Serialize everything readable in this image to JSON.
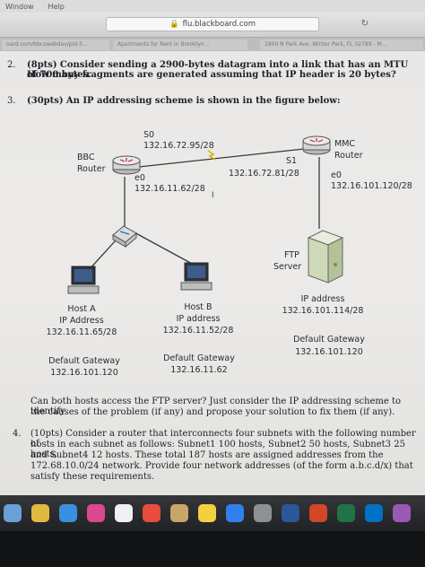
{
  "menubar": {
    "items": [
      "Window",
      "Help"
    ]
  },
  "browser": {
    "url": "flu.blackboard.com",
    "tabs": [
      "oard.com/bbcswebdav/pid-5...",
      "Apartments for Rent in Brooklyn...",
      "1800 N Park Ave, Winter Park, FL 32789 - M..."
    ]
  },
  "questions": {
    "q2": {
      "number": "2.",
      "pts": "(8pts)",
      "line1": "Consider sending a 2900-bytes datagram into a link that has an MTU of 700 bytes.",
      "line2": "How many fragments are generated assuming that IP header is 20 bytes?"
    },
    "q3": {
      "number": "3.",
      "pts": "(30pts)",
      "text": "An IP addressing scheme is shown in the figure below:",
      "followup1": "Can both hosts access the FTP server? Just consider the IP addressing scheme to identify",
      "followup2": "the causes of the problem (if any) and propose your solution to fix them (if any)."
    },
    "q4": {
      "number": "4.",
      "pts": "(10pts)",
      "line1": "Consider a router that interconnects four subnets with the following number of",
      "line2": "hosts in each subnet as follows: Subnet1 100 hosts, Subnet2 50 hosts, Subnet3 25 hosts,",
      "line3": "and Subnet4 12 hosts.  These total 187 hosts are assigned addresses from the",
      "line4": "172.68.10.0/24 network. Provide four network addresses (of the form a.b.c.d/x) that",
      "line5": "satisfy these requirements."
    }
  },
  "diagram": {
    "bbc_router": [
      "BBC",
      "Router"
    ],
    "mmc_router": [
      "MMC",
      "Router"
    ],
    "s0_name": "S0",
    "s0_ip": "132.16.72.95/28",
    "s1_name": "S1",
    "s1_ip": "132.16.72.81/28",
    "bbc_e0_name": "e0",
    "bbc_e0_ip": "132.16.11.62/28",
    "mmc_e0_name": "e0",
    "mmc_e0_ip": "132.16.101.120/28",
    "ftp": [
      "FTP",
      "Server"
    ],
    "ftp_ip_label": "IP address",
    "ftp_ip": "132.16.101.114/28",
    "ftp_gw_label": "Default Gateway",
    "ftp_gw": "132.16.101.120",
    "host_a": [
      "Host A",
      "IP Address",
      "132.16.11.65/28"
    ],
    "host_a_gw": [
      "Default Gateway",
      "132.16.101.120"
    ],
    "host_b": [
      "Host B",
      "IP address",
      "132.16.11.52/28"
    ],
    "host_b_gw": [
      "Default Gateway",
      "132.16.11.62"
    ]
  },
  "dock": {
    "icon_names": [
      "finder-icon",
      "chrome-icon",
      "safari-icon",
      "photos-icon",
      "music-icon",
      "calendar-icon",
      "contacts-icon",
      "notes-icon",
      "appstore-icon",
      "settings-icon",
      "word-icon",
      "powerpoint-icon",
      "excel-icon",
      "outlook-icon",
      "misc-icon"
    ],
    "colors": [
      "#6a9fd8",
      "#e0b940",
      "#3b8fe0",
      "#d94a8c",
      "#f0f0f0",
      "#e74c3c",
      "#c8a56a",
      "#f4d03f",
      "#2f80ed",
      "#8e9094",
      "#2b579a",
      "#d24726",
      "#217346",
      "#0072c6",
      "#9b59b6"
    ]
  }
}
